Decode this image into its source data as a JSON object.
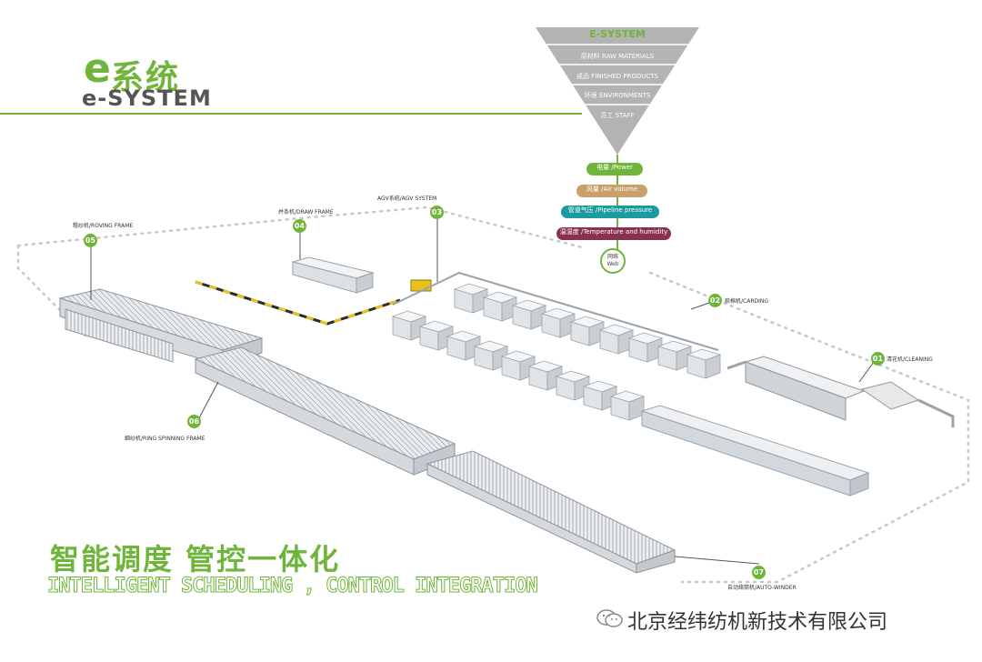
{
  "title": {
    "cn_prefix": "e",
    "cn": "系统",
    "en": "e-SYSTEM"
  },
  "funnel": {
    "title": "E-SYSTEM",
    "rows": [
      "原材料 RAW MATERIALS",
      "成品 FINISHED PRODUCTS",
      "环境 ENVIRONMENTS",
      "员工 STAFF"
    ]
  },
  "monitors": {
    "power": "电量 /Power",
    "air": "风量 /Air volume",
    "pipe": "管道气压 /Pipeline pressure",
    "temp": "温湿度 /Temperature and humidity",
    "web_cn": "网络",
    "web_en": "Web"
  },
  "stations": [
    {
      "num": "01",
      "label": "清花机/CLEANING"
    },
    {
      "num": "02",
      "label": "梳棉机/CARDING"
    },
    {
      "num": "03",
      "label": "AGV系统/AGV SYSTEM"
    },
    {
      "num": "04",
      "label": "并条机/DRAW FRAME"
    },
    {
      "num": "05",
      "label": "粗纱机/ROVING FRAME"
    },
    {
      "num": "06",
      "label": "细纱机/RING SPINNING FRAME"
    },
    {
      "num": "07",
      "label": "自动络筒机/AUTO-WINDER"
    }
  ],
  "slogan": {
    "cn": "智能调度    管控一体化",
    "en": "INTELLIGENT SCHEDULING , CONTROL INTEGRATION"
  },
  "watermark": "北京经纬纺机新技术有限公司",
  "colors": {
    "green": "#6fb53a",
    "funnel": "#b3b3b3",
    "air": "#c9a06a",
    "pipe": "#1b9b9f",
    "temp": "#8a3052",
    "agv": "#e8c21a"
  }
}
